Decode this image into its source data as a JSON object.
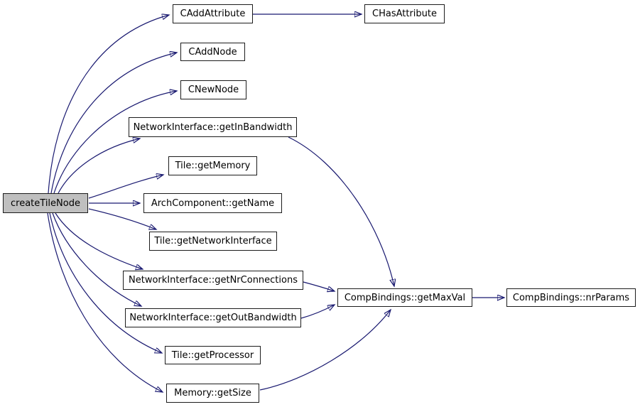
{
  "diagram": {
    "type": "call-graph",
    "root_function": "createTileNode",
    "colors": {
      "edge": "#191970",
      "node_border": "#1c1c1c",
      "node_fill": "#ffffff",
      "root_node_fill": "#bfbfbf",
      "text": "#000000",
      "background": "#ffffff"
    },
    "nodes": [
      {
        "id": "createTileNode",
        "label": "createTileNode"
      },
      {
        "id": "CAddAttribute",
        "label": "CAddAttribute"
      },
      {
        "id": "CHasAttribute",
        "label": "CHasAttribute"
      },
      {
        "id": "CAddNode",
        "label": "CAddNode"
      },
      {
        "id": "CNewNode",
        "label": "CNewNode"
      },
      {
        "id": "getInBandwidth",
        "label": "NetworkInterface::getInBandwidth"
      },
      {
        "id": "getMemory",
        "label": "Tile::getMemory"
      },
      {
        "id": "getName",
        "label": "ArchComponent::getName"
      },
      {
        "id": "getNetworkInterface",
        "label": "Tile::getNetworkInterface"
      },
      {
        "id": "getNrConnections",
        "label": "NetworkInterface::getNrConnections"
      },
      {
        "id": "getOutBandwidth",
        "label": "NetworkInterface::getOutBandwidth"
      },
      {
        "id": "getProcessor",
        "label": "Tile::getProcessor"
      },
      {
        "id": "getSize",
        "label": "Memory::getSize"
      },
      {
        "id": "getMaxVal",
        "label": "CompBindings::getMaxVal"
      },
      {
        "id": "nrParams",
        "label": "CompBindings::nrParams"
      }
    ],
    "edges": [
      {
        "from": "createTileNode",
        "to": "CAddAttribute"
      },
      {
        "from": "createTileNode",
        "to": "CAddNode"
      },
      {
        "from": "createTileNode",
        "to": "CNewNode"
      },
      {
        "from": "createTileNode",
        "to": "getInBandwidth"
      },
      {
        "from": "createTileNode",
        "to": "getMemory"
      },
      {
        "from": "createTileNode",
        "to": "getName"
      },
      {
        "from": "createTileNode",
        "to": "getNetworkInterface"
      },
      {
        "from": "createTileNode",
        "to": "getNrConnections"
      },
      {
        "from": "createTileNode",
        "to": "getOutBandwidth"
      },
      {
        "from": "createTileNode",
        "to": "getProcessor"
      },
      {
        "from": "createTileNode",
        "to": "getSize"
      },
      {
        "from": "CAddAttribute",
        "to": "CHasAttribute"
      },
      {
        "from": "getInBandwidth",
        "to": "getMaxVal"
      },
      {
        "from": "getNrConnections",
        "to": "getMaxVal"
      },
      {
        "from": "getOutBandwidth",
        "to": "getMaxVal"
      },
      {
        "from": "getSize",
        "to": "getMaxVal"
      },
      {
        "from": "getMaxVal",
        "to": "nrParams"
      }
    ]
  }
}
